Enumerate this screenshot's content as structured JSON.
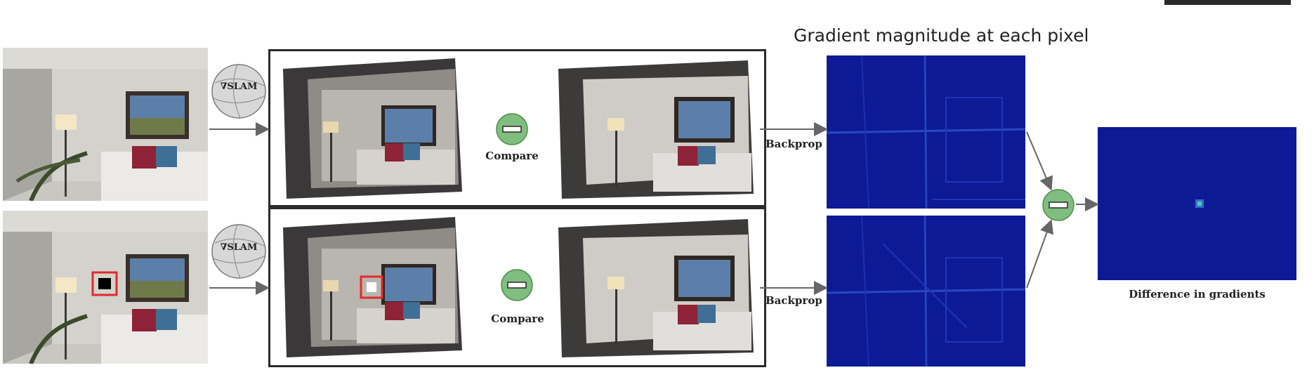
{
  "title": "Gradient magnitude at each pixel",
  "slam_label": "∇SLAM",
  "compare_label": "Compare",
  "backprop_label": "Backprop",
  "difference_label": "Difference in gradients",
  "colors": {
    "gradient_bg": "#0d1a95",
    "minus_circle": "#7fbe7f",
    "highlight_box": "#e12a2a",
    "frame": "#2b2b2b"
  }
}
